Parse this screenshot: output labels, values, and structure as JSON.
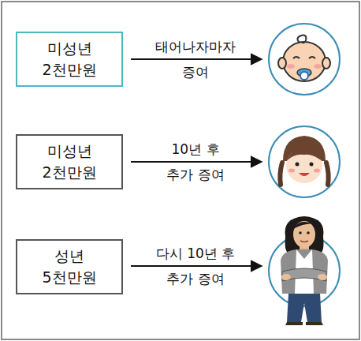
{
  "diagram": {
    "nodes": [
      {
        "text": [
          "미성년 2천만원"
        ]
      },
      {
        "text": [
          "미성년 2천만원"
        ]
      },
      {
        "text": [
          "성년 5천만원"
        ]
      }
    ],
    "labels": [
      "태어나자마자 증여",
      "10년 후 추가 증여",
      "다시 10년 후 추가 증여"
    ]
  }
}
